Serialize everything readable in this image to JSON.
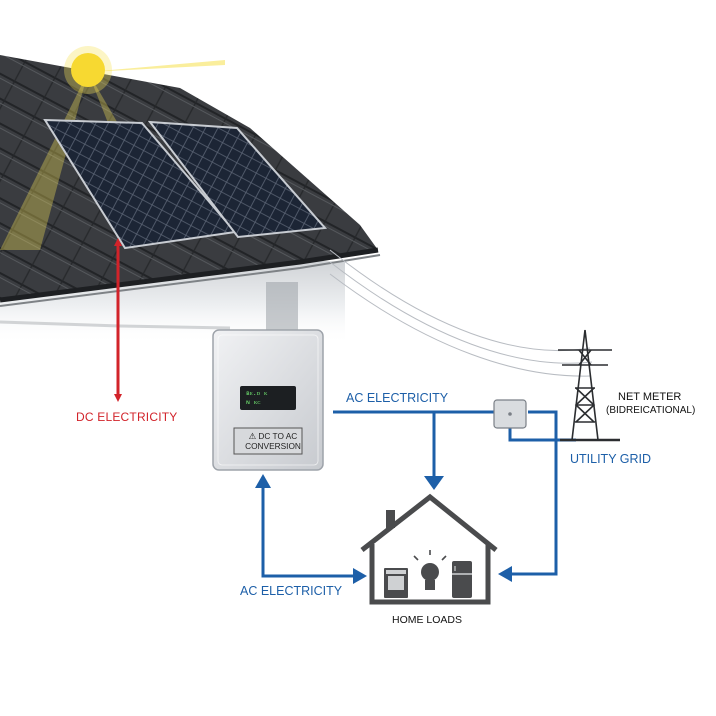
{
  "labels": {
    "dc_electricity": "DC ELECTRICITY",
    "ac_electricity_top": "AC ELECTRICITY",
    "ac_electricity_bottom": "AC ELECTRICITY",
    "net_meter": "NET METER",
    "net_meter_sub": "(BIDREICATIONAL)",
    "utility_grid": "UTILITY GRID",
    "home_loads": "HOME LOADS",
    "inverter_line1": "⚠ DC TO AC",
    "inverter_line2": "CONVERSION",
    "display_line1": "ʙᴇ.ᴅ ᴋ",
    "display_line2": "ɴ ᴋᴄ"
  },
  "colors": {
    "dc_arrow": "#d2232a",
    "ac_flow": "#1d5fa8",
    "sun": "#f7d51d",
    "roof": "#3b3d40",
    "panel": "#1b2433"
  },
  "icons": [
    "sun-icon",
    "solar-panel-icon",
    "inverter-icon",
    "net-meter-icon",
    "transmission-tower-icon",
    "house-icon",
    "stove-icon",
    "light-bulb-icon",
    "refrigerator-icon"
  ]
}
